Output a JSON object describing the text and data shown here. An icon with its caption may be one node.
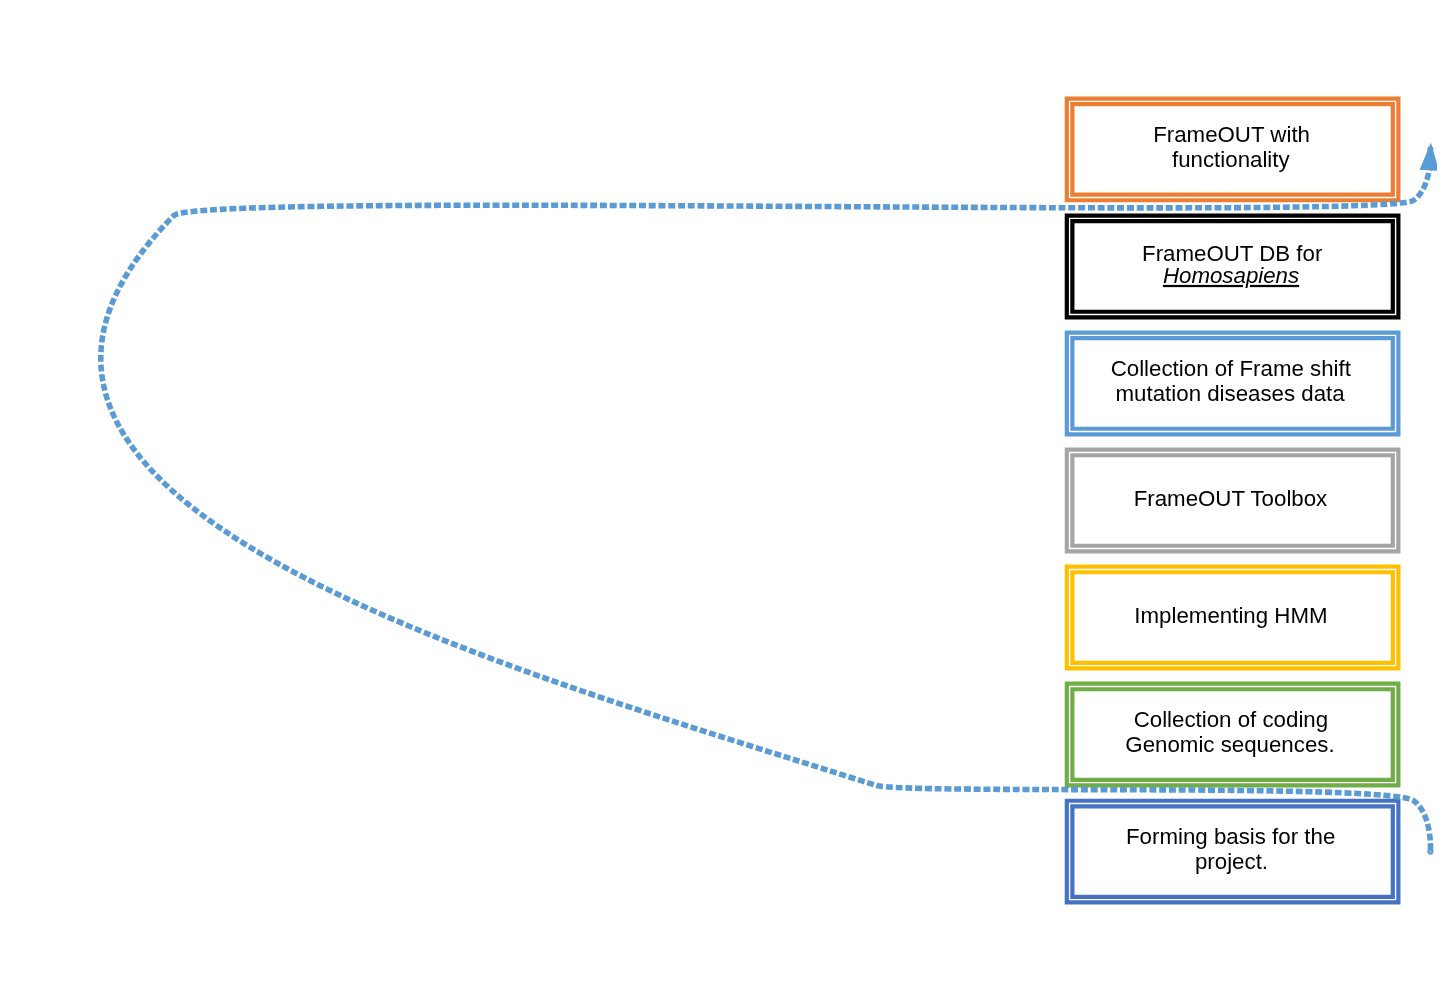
{
  "diagram": {
    "nodes": [
      {
        "text": [
          "Forming basis for the project."
        ]
      },
      {
        "text": [
          "Collection of coding Genomic sequences."
        ]
      },
      {
        "text": [
          "Implementing HMM"
        ]
      },
      {
        "text": [
          "FrameOUT Toolbox"
        ]
      },
      {
        "text": [
          "Collection of Frame shift mutation diseases data"
        ]
      },
      {
        "text": [
          "FrameOUT DB for *Homosapiens*"
        ]
      },
      {
        "text": [
          "FrameOUT with functionality"
        ]
      }
    ],
    "edges": []
  }
}
